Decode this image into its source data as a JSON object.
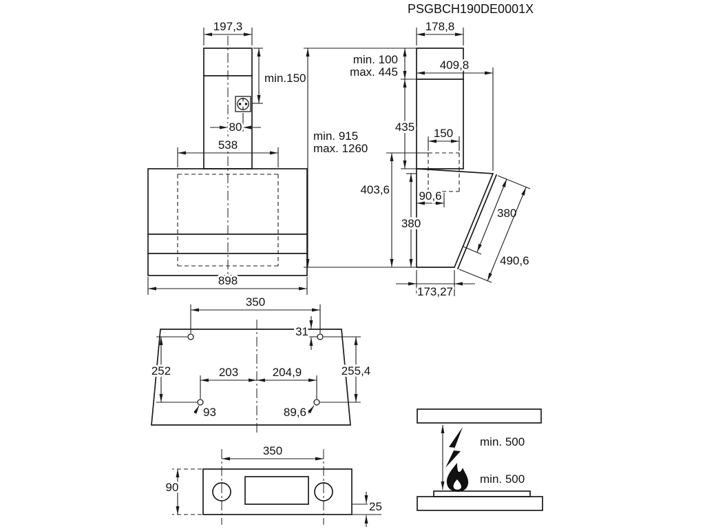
{
  "title": "PSGBCH190DE0001X",
  "front_view": {
    "chimney_width": "197,3",
    "chimney_min_height": "min.150",
    "outlet_offset": "80",
    "duct_width": "538",
    "body_width": "898"
  },
  "side_view": {
    "chimney_depth": "178,8",
    "telescopic_min": "min. 100",
    "telescopic_max": "max. 445",
    "total_depth": "409,8",
    "chimney_height": "435",
    "total_min": "min. 915",
    "total_max": "max. 1260",
    "bracket_width": "150",
    "rear_height": "403,6",
    "bracket_offset": "90,6",
    "front_height": "380",
    "glass_length": "380",
    "glass_total": "490,6",
    "base_depth": "173,27"
  },
  "mount_view": {
    "top_holes_span": "350",
    "hole_edge_offset": "31",
    "left_holes_span": "252",
    "left_center_span": "203",
    "right_center_span": "204,9",
    "right_holes_span": "255,4",
    "bottom_left_offset": "93",
    "bottom_right_offset": "89,6"
  },
  "panel_view": {
    "knob_span": "350",
    "panel_height": "90",
    "edge_offset": "25"
  },
  "clearance_view": {
    "electric_min": "min. 500",
    "gas_min": "min. 500"
  }
}
